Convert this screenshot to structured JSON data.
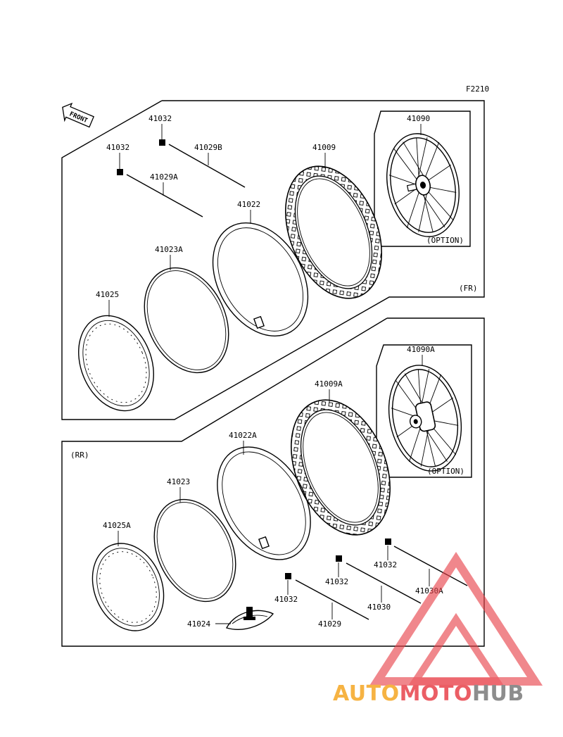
{
  "figure_code": "F2210",
  "front_label": "FRONT",
  "front_section": {
    "tag": "(FR)",
    "option_tag": "(OPTION)"
  },
  "rear_section": {
    "tag": "(RR)",
    "option_tag": "(OPTION)"
  },
  "parts": {
    "fr_nipple_1": "41032",
    "fr_nipple_2": "41032",
    "fr_spoke_b": "41029B",
    "fr_spoke_a": "41029A",
    "fr_tube": "41022",
    "fr_tire": "41009",
    "fr_wheel": "41090",
    "fr_rim_band": "41023A",
    "fr_rim": "41025",
    "rr_wheel": "41090A",
    "rr_tire": "41009A",
    "rr_tube": "41022A",
    "rr_rim_band": "41023",
    "rr_rim": "41025A",
    "rr_nipple_1": "41032",
    "rr_nipple_2": "41032",
    "rr_nipple_3": "41032",
    "rr_spoke_a": "41030A",
    "rr_spoke": "41030",
    "rr_spoke_2": "41029",
    "rr_rim_lock": "41024"
  },
  "watermark": {
    "part1": "AUTO",
    "part2": "MOTO",
    "part3": "HUB",
    "color1": "#f5a623",
    "color2": "#e8434b",
    "color3": "#7a7a7a"
  }
}
